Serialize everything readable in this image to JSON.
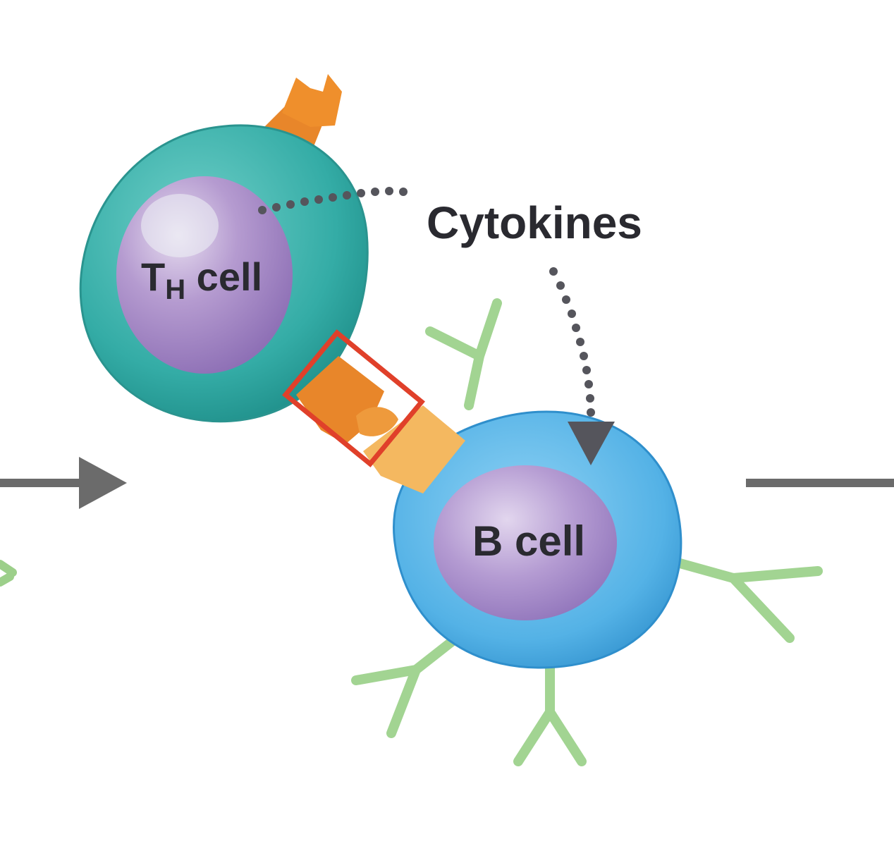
{
  "labels": {
    "th_main": "T",
    "th_sub": "H",
    "th_suffix": " cell",
    "b_cell": "B cell",
    "cytokines": "Cytokines"
  },
  "colors": {
    "th_membrane": "#2fa6a0",
    "th_cytoplasm": "#3db3ad",
    "b_membrane": "#3a9fd6",
    "b_cytoplasm": "#5ab8e8",
    "nucleus": "#a98dc4",
    "receptor_dark": "#e8862a",
    "receptor_light": "#f4b860",
    "antibody": "#9ccf8a",
    "arrow": "#6b6b6b",
    "dots": "#55555c",
    "highlight_box": "#e0402a"
  }
}
